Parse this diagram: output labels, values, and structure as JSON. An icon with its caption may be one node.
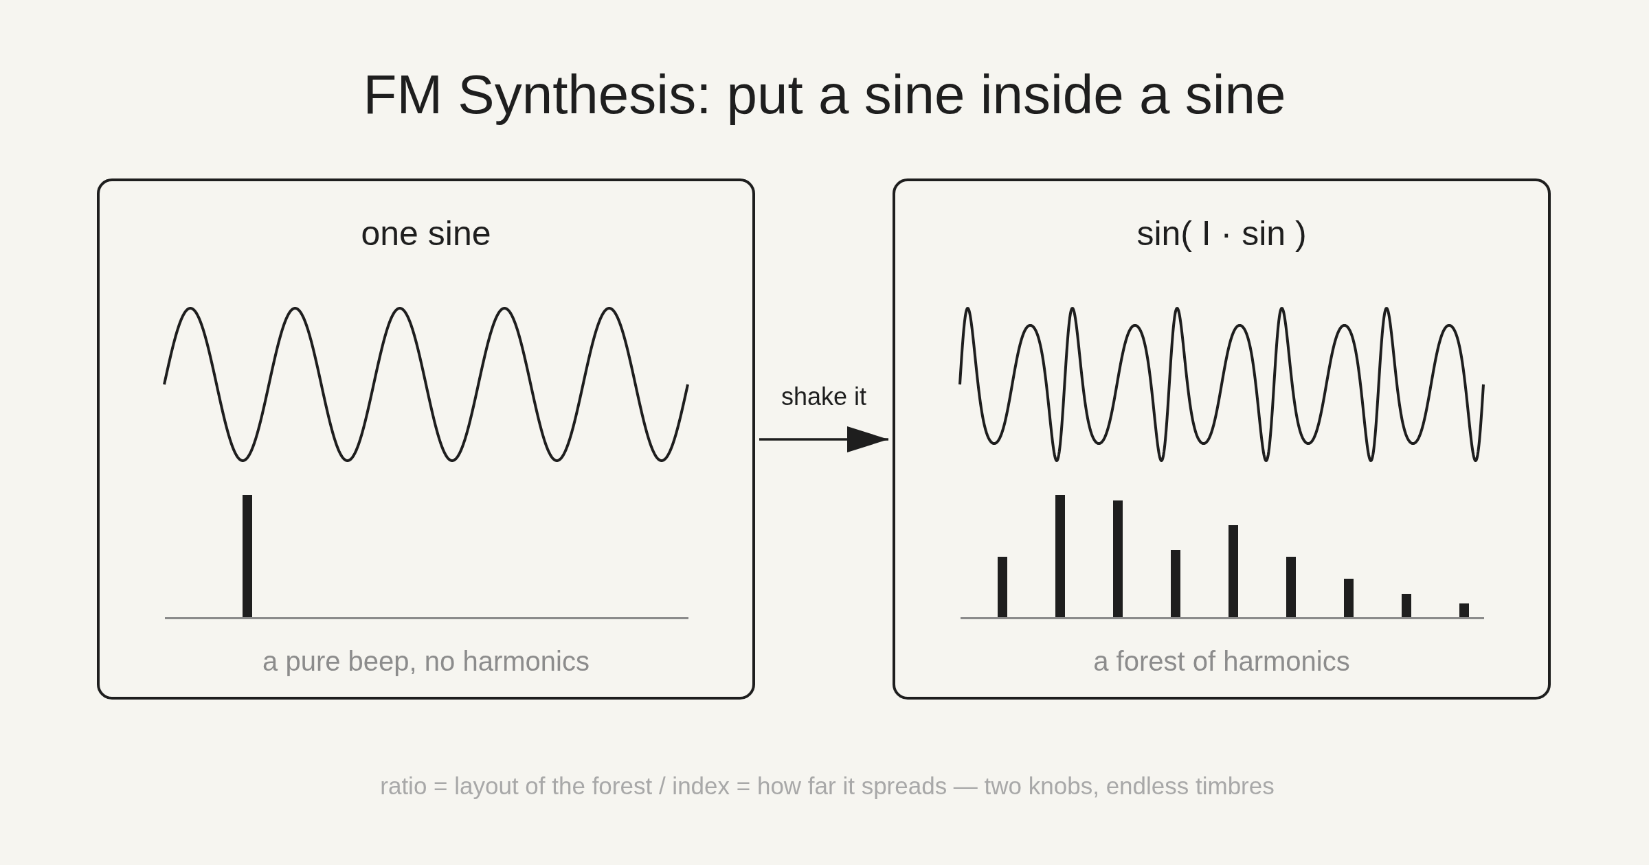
{
  "diagram": {
    "title": "FM Synthesis: put a sine inside a sine",
    "nodes": [
      {
        "text": [
          "one sine",
          "a pure beep, no harmonics"
        ]
      },
      {
        "text": [
          "sin( I · sin )",
          "a forest of harmonics"
        ]
      }
    ],
    "edges": [
      {
        "from": 0,
        "to": 1,
        "arrow": "to",
        "label": "shake it"
      }
    ],
    "caption": "ratio = layout of the forest / index = how far it spreads — two knobs, endless timbres"
  }
}
